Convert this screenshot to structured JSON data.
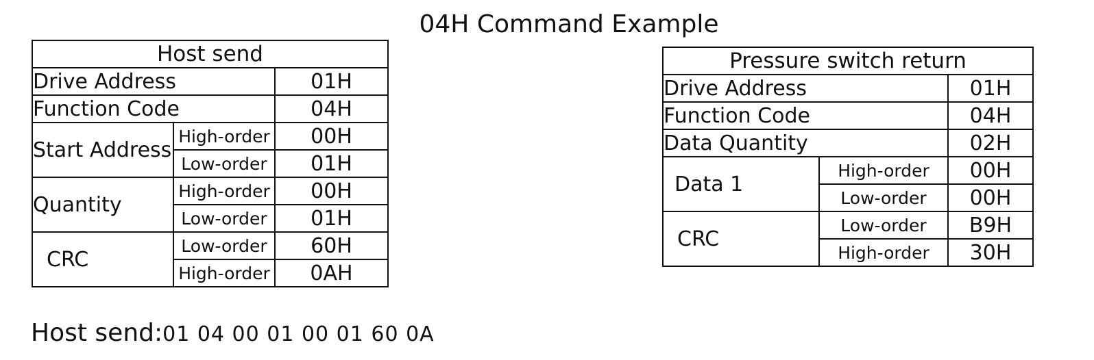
{
  "title": "04H Command Example",
  "host_table": {
    "header": "Host send",
    "drive_address_label": "Drive Address",
    "drive_address_value": "01H",
    "function_code_label": "Function Code",
    "function_code_value": "04H",
    "start_address_label": "Start Address",
    "start_high_label": "High-order",
    "start_high_value": "00H",
    "start_low_label": "Low-order",
    "start_low_value": "01H",
    "quantity_label": "Quantity",
    "quantity_high_label": "High-order",
    "quantity_high_value": "00H",
    "quantity_low_label": "Low-order",
    "quantity_low_value": "01H",
    "crc_label": "CRC",
    "crc_low_label": "Low-order",
    "crc_low_value": "60H",
    "crc_high_label": "High-order",
    "crc_high_value": "0AH"
  },
  "return_table": {
    "header": "Pressure switch return",
    "drive_address_label": "Drive Address",
    "drive_address_value": "01H",
    "function_code_label": "Function Code",
    "function_code_value": "04H",
    "data_quantity_label": "Data Quantity",
    "data_quantity_value": "02H",
    "data1_label": "Data 1",
    "data1_high_label": "High-order",
    "data1_high_value": "00H",
    "data1_low_label": "Low-order",
    "data1_low_value": "00H",
    "crc_label": "CRC",
    "crc_low_label": "Low-order",
    "crc_low_value": "B9H",
    "crc_high_label": "High-order",
    "crc_high_value": "30H"
  },
  "footer": {
    "label": "Host send:",
    "bytes": "01 04 00 01 00 01 60 0A"
  }
}
